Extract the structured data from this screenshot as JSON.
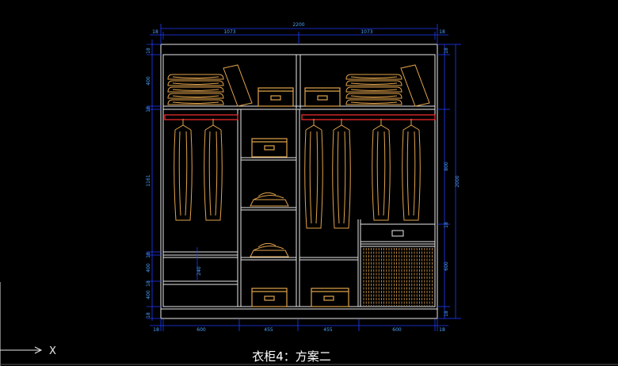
{
  "caption": "衣柜4：方案二",
  "ucs_axis_label": "X",
  "colors": {
    "background": "#000000",
    "cabinet_line": "#e8e8e8",
    "dimension": "#1f3cff",
    "dimension_text": "#4aa3ff",
    "clothing": "#e0a24a",
    "rod": "#ff3030"
  },
  "dimensions": {
    "overall_width": "2200",
    "top_left": "1073",
    "top_right": "1073",
    "top_cap_left": "18",
    "top_cap_right": "18",
    "bottom": [
      "18",
      "600",
      "455",
      "455",
      "600",
      "18"
    ],
    "left_side": [
      "18",
      "400",
      "18",
      "1161",
      "18",
      "400",
      "18",
      "400",
      "18"
    ],
    "right_side": [
      "18",
      "800",
      "18",
      "600",
      "18"
    ],
    "overall_height": "2000",
    "drawer_inner": "240"
  },
  "icons": {
    "ucs": "ucs-arrow-icon",
    "box": "storage-box-icon",
    "garment": "hanging-garment-icon",
    "folded": "folded-clothes-icon"
  }
}
